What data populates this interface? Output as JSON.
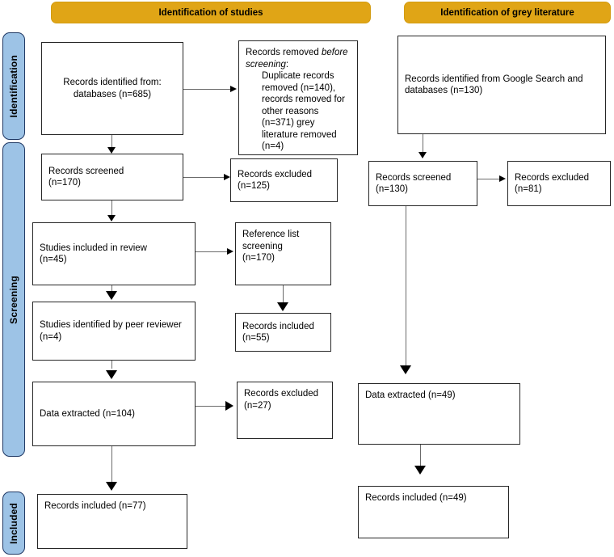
{
  "headers": [
    {
      "label": "Identification of studies"
    },
    {
      "label": "Identification of grey literature"
    }
  ],
  "phases": [
    {
      "label": "Identification"
    },
    {
      "label": "Screening"
    },
    {
      "label": "Included"
    }
  ],
  "colors": {
    "header_bar": "#E0A516",
    "phase_bar": "#9DC3E6",
    "box_border": "#262626",
    "connector": "#6b6b6b",
    "arrow": "#000000",
    "background": "#ffffff"
  },
  "left_column": {
    "identified": "Records identified from:\ndatabases (n=685)",
    "removed_title_a": "Records removed ",
    "removed_title_b": "before screening",
    "removed_title_c": ":",
    "removed_body": "Duplicate records removed (n=140), records removed for other reasons (n=371) grey literature removed (n=4)",
    "screened": "Records screened\n(n=170)",
    "excluded_screened": "Records excluded\n(n=125)",
    "studies_included": "Studies included in review\n(n=45)",
    "reference_list": "Reference list screening\n(n=170)",
    "peer_reviewer": "Studies identified by peer reviewer (n=4)",
    "reference_included": "Records included\n(n=55)",
    "data_extracted": "Data extracted (n=104)",
    "excluded_extracted": "Records excluded (n=27)",
    "records_included": "Records included (n=77)"
  },
  "right_column": {
    "identified": "Records identified from Google Search and databases (n=130)",
    "screened": "Records screened\n(n=130)",
    "excluded": "Records excluded\n(n=81)",
    "data_extracted": "Data extracted (n=49)",
    "records_included": "Records included (n=49)"
  }
}
